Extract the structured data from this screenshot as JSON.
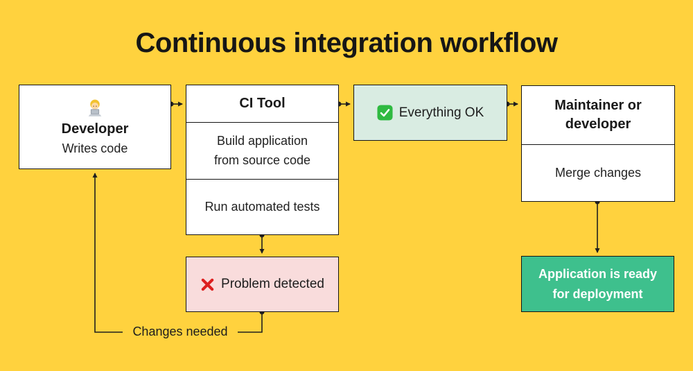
{
  "title": "Continuous integration workflow",
  "palette": {
    "background": "#FFD23E",
    "node_white": "#FFFFFF",
    "node_mint": "#D9ECE2",
    "node_pink": "#F9DCDC",
    "node_green": "#3EC08D",
    "border": "#141414",
    "connector": "#1F1F1F",
    "check_icon_green": "#2FBA41",
    "cross_icon_red": "#DD1F1F"
  },
  "nodes": {
    "developer": {
      "icon": "technologist-emoji",
      "title": "Developer",
      "subtitle": "Writes code"
    },
    "ci_tool": {
      "title": "CI Tool",
      "steps": [
        "Build application from source code",
        "Run automated tests"
      ]
    },
    "everything_ok": {
      "icon": "check-mark-button-emoji",
      "label": "Everything OK"
    },
    "maintainer": {
      "title": "Maintainer or developer",
      "steps": [
        "Merge changes"
      ]
    },
    "deployment_ready": {
      "label": "Application is ready for deployment"
    },
    "problem_detected": {
      "icon": "cross-mark-emoji",
      "label": "Problem detected"
    }
  },
  "connectors": {
    "changes_needed_label": "Changes needed"
  }
}
